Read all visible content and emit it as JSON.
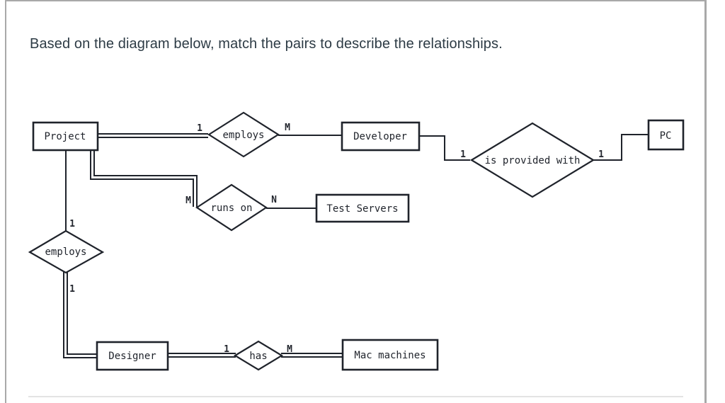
{
  "page": {
    "title": "Based on the diagram below, match the pairs to describe the relationships."
  },
  "diagram": {
    "type": "entity-relationship",
    "entities": {
      "project": "Project",
      "developer": "Developer",
      "test_servers": "Test Servers",
      "pc": "PC",
      "designer": "Designer",
      "mac_machines": "Mac machines"
    },
    "relations": {
      "employs_developer": "employs",
      "runs_on": "runs on",
      "is_provided_with": "is provided with",
      "employs_designer": "employs",
      "has": "has"
    },
    "cardinalities": {
      "project_employs_developer": "1",
      "employs_developer_m": "M",
      "project_runs_on": "M",
      "runs_on_test_servers": "N",
      "developer_is_provided": "1",
      "is_provided_pc": "1",
      "project_employs_designer": "1",
      "employs_designer_1": "1",
      "designer_has": "1",
      "has_mac_machines": "M"
    },
    "colors": {
      "line": "#1f232b",
      "entity_fill": "#ffffff",
      "frame_border": "#a9a9a9",
      "bottom_divider": "#e3e3e3",
      "title_text": "#2d3b45"
    }
  }
}
